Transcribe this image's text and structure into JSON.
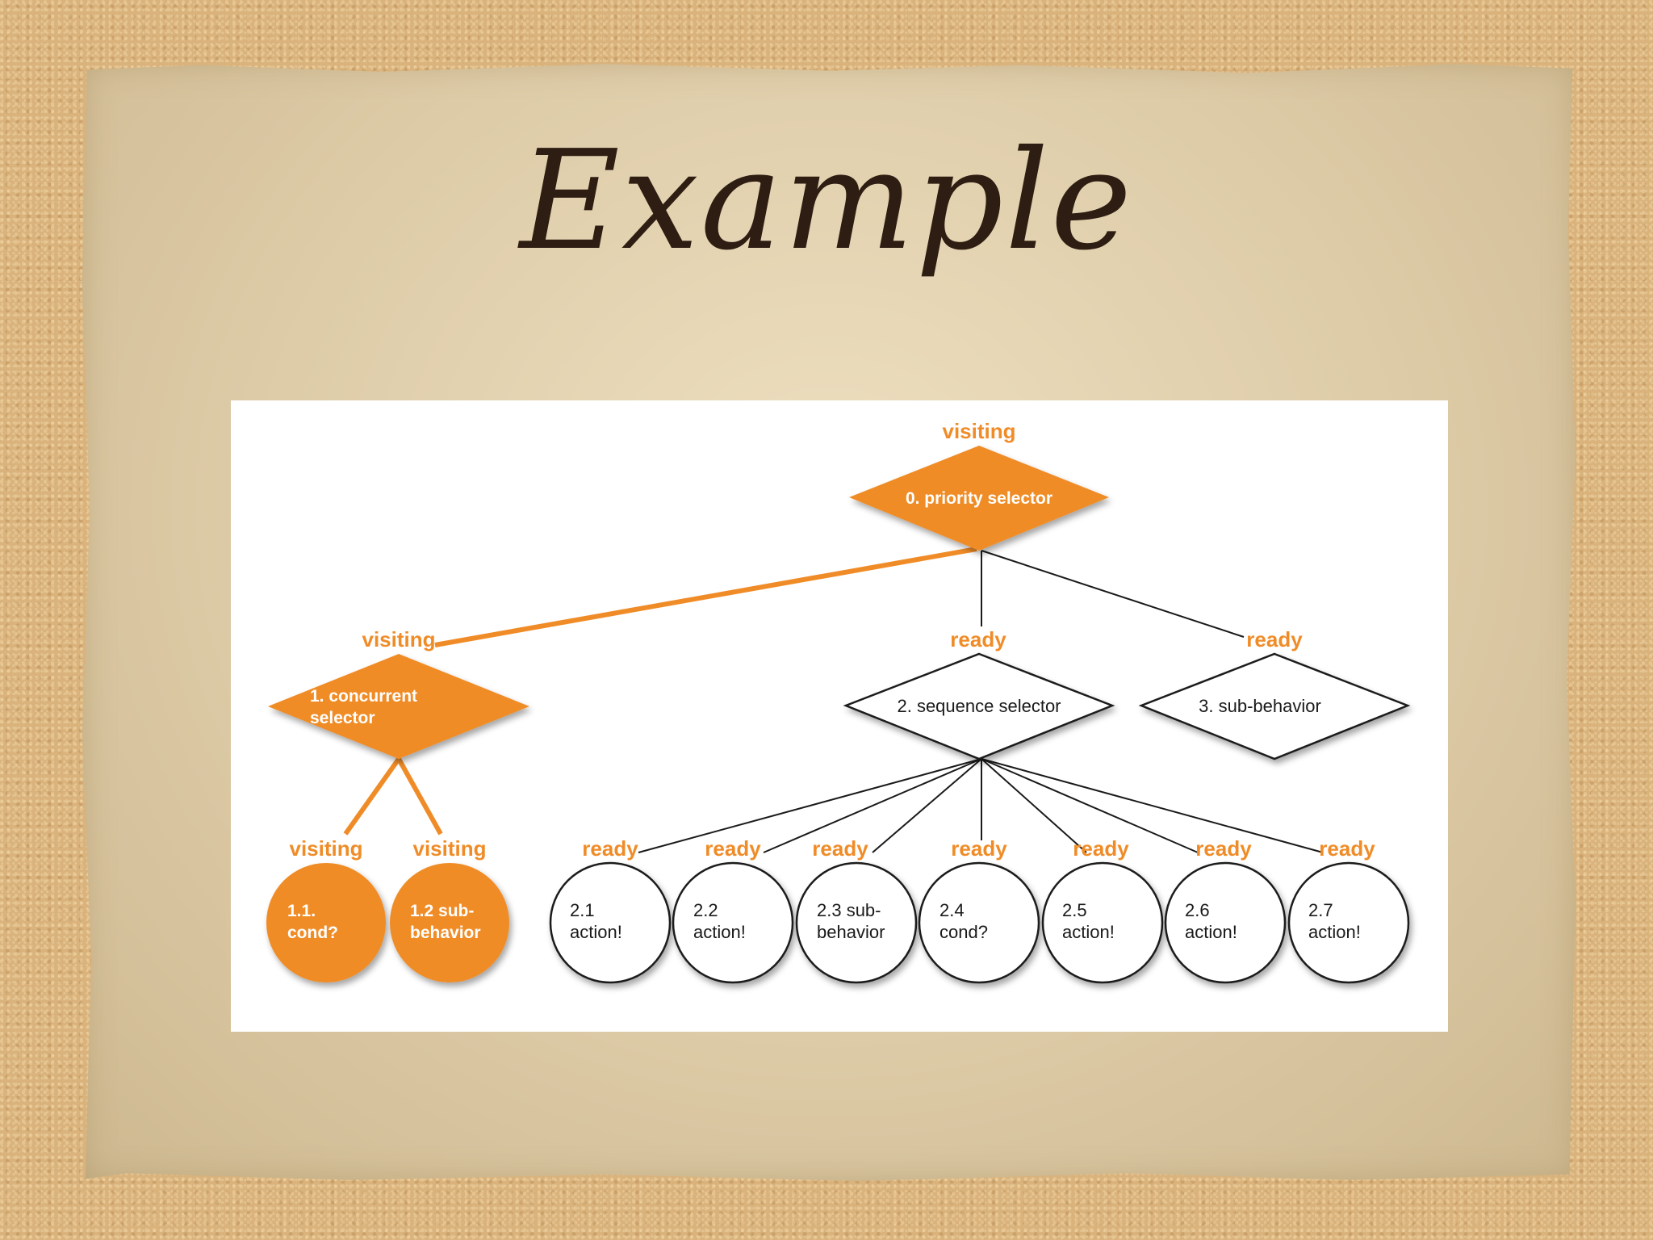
{
  "slide": {
    "title": "Example"
  },
  "colors": {
    "active": "#f08c28",
    "inactive_fill": "#ffffff",
    "edge_inactive": "#1a1a1a"
  },
  "tree": {
    "root": {
      "status": "visiting",
      "label_lines": [
        "0. priority selector"
      ]
    },
    "node1": {
      "status": "visiting",
      "label_lines": [
        "1. concurrent",
        "selector"
      ]
    },
    "node2": {
      "status": "ready",
      "label_lines": [
        "2. sequence selector"
      ]
    },
    "node3": {
      "status": "ready",
      "label_lines": [
        "3. sub-behavior"
      ]
    },
    "node11": {
      "status": "visiting",
      "label_lines": [
        "1.1.",
        "cond?"
      ]
    },
    "node12": {
      "status": "visiting",
      "label_lines": [
        "1.2 sub-",
        "behavior"
      ]
    },
    "node21": {
      "status": "ready",
      "label_lines": [
        "2.1",
        "action!"
      ]
    },
    "node22": {
      "status": "ready",
      "label_lines": [
        "2.2",
        "action!"
      ]
    },
    "node23": {
      "status": "ready",
      "label_lines": [
        "2.3 sub-",
        "behavior"
      ]
    },
    "node24": {
      "status": "ready",
      "label_lines": [
        "2.4",
        "cond?"
      ]
    },
    "node25": {
      "status": "ready",
      "label_lines": [
        "2.5",
        "action!"
      ]
    },
    "node26": {
      "status": "ready",
      "label_lines": [
        "2.6",
        "action!"
      ]
    },
    "node27": {
      "status": "ready",
      "label_lines": [
        "2.7",
        "action!"
      ]
    }
  }
}
